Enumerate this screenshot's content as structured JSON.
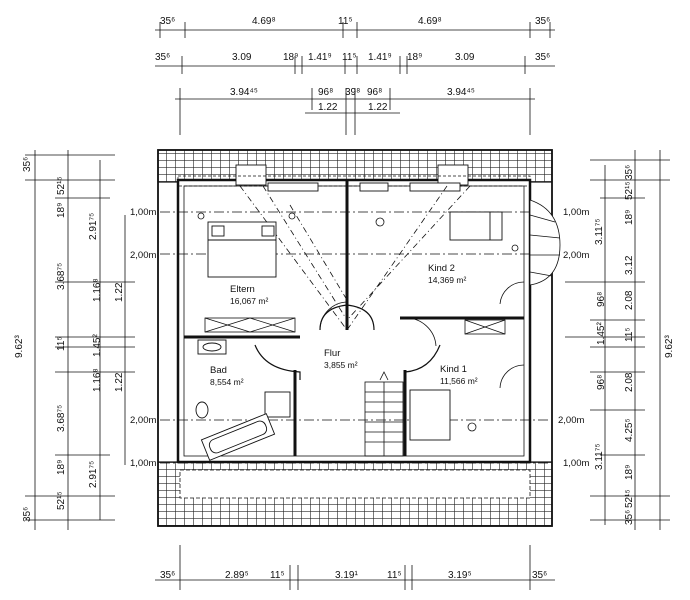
{
  "top_dims": {
    "row1": [
      "35⁶",
      "4.69⁸",
      "11⁵",
      "4.69⁸",
      "35⁶"
    ],
    "row2": [
      "35⁶",
      "3.09",
      "18⁹",
      "1.41⁹",
      "11⁵",
      "1.41⁹",
      "18⁹",
      "3.09",
      "35⁶"
    ],
    "row3": [
      "3.94⁴⁵",
      "96⁸",
      "39⁸",
      "96⁸",
      "3.94⁴⁵"
    ],
    "row4": [
      "1.22",
      "1.22"
    ]
  },
  "bottom_dims": [
    "35⁶",
    "2.89⁵",
    "11⁵",
    "3.19¹",
    "11⁵",
    "3.19⁵",
    "35⁶"
  ],
  "left_dims": {
    "outer": [
      "35⁶",
      "9.62³",
      "35⁶"
    ],
    "mid": [
      "52¹⁵",
      "18⁹",
      "3.68⁷⁵",
      "11⁵",
      "3.68⁷⁵",
      "18⁹",
      "52¹⁵"
    ],
    "inner_a": [
      "2.91⁷⁵",
      "2.91⁷⁵"
    ],
    "inner_b": [
      "1.16⁸",
      "1.45²",
      "1.16⁸"
    ],
    "inner_c": [
      "1.22",
      "1.22"
    ]
  },
  "right_dims": {
    "outer": [
      "35⁶",
      "9.62³",
      "35⁶"
    ],
    "mid": [
      "52¹⁵",
      "18⁹",
      "96⁸",
      "1.45²",
      "96⁸",
      "18⁹",
      "52¹⁵"
    ],
    "inner_a": [
      "3.11⁷⁵",
      "3.12",
      "2.08",
      "11⁵",
      "2.08",
      "4.25⁵",
      "3.11⁷⁵"
    ]
  },
  "levels": {
    "left": [
      "1,00m",
      "2,00m",
      "2,00m",
      "1,00m"
    ],
    "right": [
      "1,00m",
      "2,00m",
      "2,00m",
      "1,00m"
    ]
  },
  "rooms": {
    "eltern": {
      "name": "Eltern",
      "area": "16,067 m²"
    },
    "kind2": {
      "name": "Kind 2",
      "area": "14,369 m²"
    },
    "flur": {
      "name": "Flur",
      "area": "3,855 m²"
    },
    "bad": {
      "name": "Bad",
      "area": "8,554 m²"
    },
    "kind1": {
      "name": "Kind 1",
      "area": "11,566 m²"
    }
  }
}
